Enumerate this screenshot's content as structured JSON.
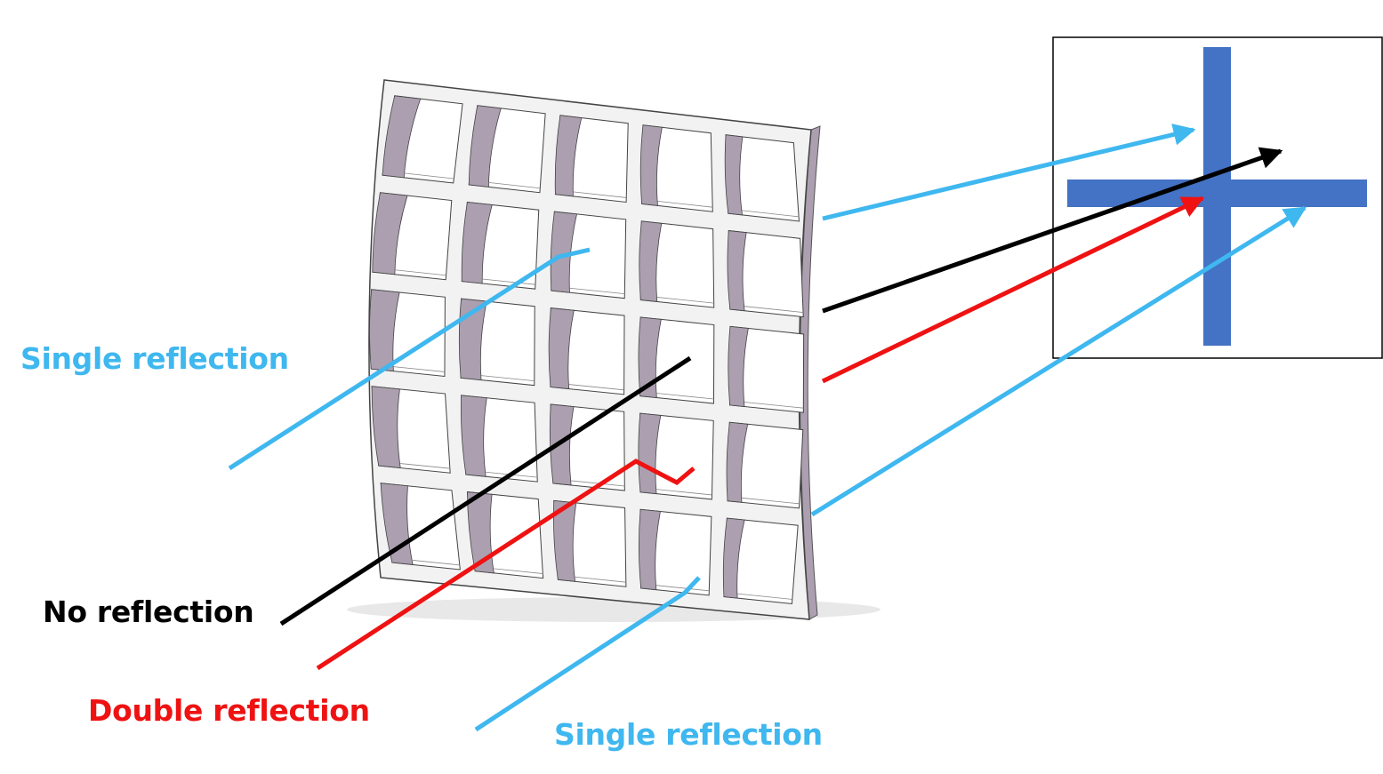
{
  "labels": {
    "single_reflection_left": "Single reflection",
    "no_reflection": "No reflection",
    "double_reflection": "Double reflection",
    "single_reflection_bottom": "Single reflection"
  },
  "colors": {
    "single_reflection": "#3fb7ef",
    "no_reflection": "#000000",
    "double_reflection": "#ef1212",
    "cross": "#4472c4",
    "channel_wall": "#ab9fb0",
    "frame": "#f2f2f2",
    "frame_outline": "#444444"
  },
  "grid": {
    "rows": 5,
    "columns": 5
  },
  "icons": {
    "detector": "cross-icon"
  }
}
